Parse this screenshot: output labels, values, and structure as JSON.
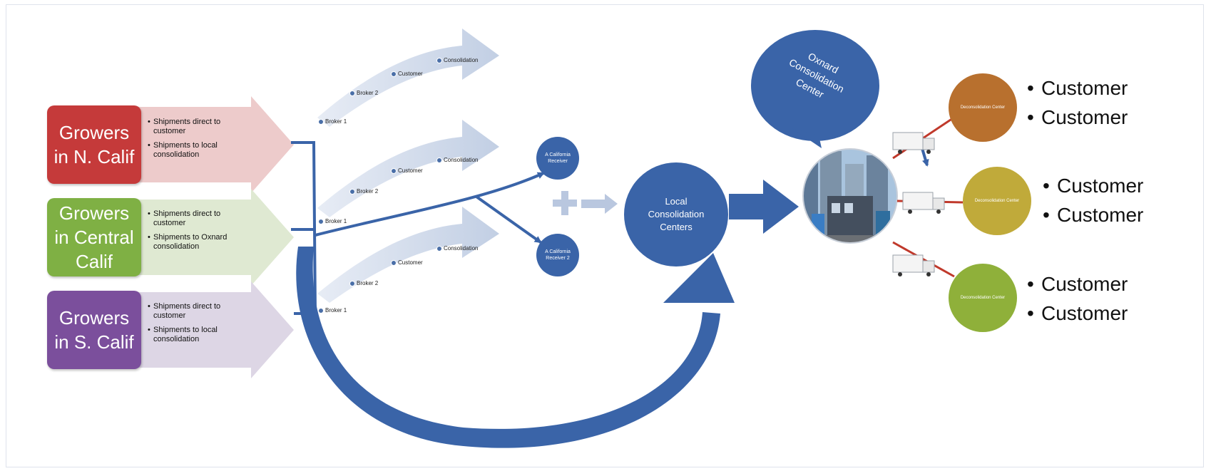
{
  "growers": [
    {
      "label": "Growers\nin N. Calif",
      "color": "#c53a3a",
      "arrow_color": "#edcbcb",
      "items": [
        "Shipments direct to customer",
        "Shipments to local consolidation"
      ]
    },
    {
      "label": "Growers\nin Central\nCalif",
      "color": "#7fb044",
      "arrow_color": "#dfe9d2",
      "items": [
        "Shipments direct to customer",
        "Shipments to Oxnard consolidation"
      ]
    },
    {
      "label": "Growers\nin S. Calif",
      "color": "#7b4f9c",
      "arrow_color": "#ddd6e5",
      "items": [
        "Shipments direct to customer",
        "Shipments to local consolidation"
      ]
    }
  ],
  "flow_labels": {
    "broker_1": "Broker 1",
    "broker_2": "Broker 2",
    "customer": "Customer",
    "consolidation": "Consolidation"
  },
  "receivers": {
    "top": "A California Receiver",
    "bottom": "A California Receiver 2"
  },
  "local_center": "Local\nConsolidation\nCenters",
  "oxnard_bubble": "Oxnard\nConsolidation\nCenter",
  "deconsolidation_label": "Deconsolidation Center",
  "deconsolidation": [
    {
      "color": "#b8702e",
      "customers": [
        "Customer",
        "Customer"
      ]
    },
    {
      "color": "#c0aa3a",
      "customers": [
        "Customer",
        "Customer"
      ]
    },
    {
      "color": "#8fb03a",
      "customers": [
        "Customer",
        "Customer"
      ]
    }
  ],
  "colors": {
    "primary_blue": "#3a64a8",
    "chevron": "#c9d4e6",
    "connector_red": "#c0392b"
  },
  "icons": [
    "building-photo",
    "truck-icon"
  ]
}
